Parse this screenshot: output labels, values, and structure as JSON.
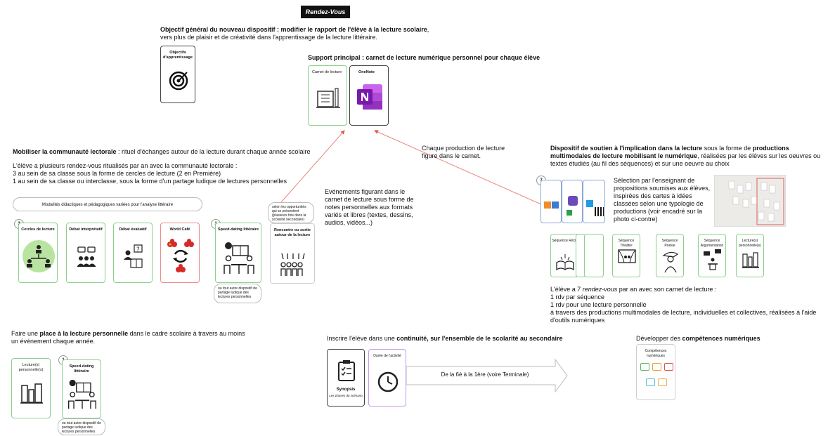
{
  "title": "Rendez-Vous",
  "objective": {
    "bold": "Objectif général du nouveau dispositif : modifier le rapport de l'élève à la lecture scolaire",
    "rest": ",",
    "line2": "vers plus de plaisir et de créativité dans l'apprentissage de la lecture littéraire."
  },
  "objectives_card": "Objectifs d'apprentissage",
  "support": {
    "heading": "Support principal : carnet de lecture numérique personnel pour chaque élève",
    "carnet_label": "Carnet de lecture",
    "onenote_label": "OneNote"
  },
  "carnet_note": "Chaque production de lecture figure dans le carnet.",
  "community": {
    "bold": "Mobiliser la communauté lectorale",
    "rest": " : rituel d'échanges autour de la lecture durant chaque année scolaire",
    "p1": "L'élève a plusieurs rendez-vous ritualisés par an avec la communauté lectorale :",
    "p2": "3 au sein de sa classe sous la forme de cercles de lecture (2 en Première)",
    "p3": "1 au sein de sa classe ou interclasse, sous la forme d'un partage ludique de lectures personnelles",
    "modalites": "Modalités didactiques et pédagogiques variées pour l'analyse littéraire",
    "cards": {
      "cercles": "Cercles de lecture",
      "debat_interp": "Débat interprétatif",
      "debat_eval": "Débat évaluatif",
      "world_cafe": "World Café",
      "speed_dating": "Speed-dating littéraire",
      "rencontre": "Rencontre ou sortie autour de la lecture"
    },
    "badge3": "3",
    "badge1": "1",
    "bubble_other": "ou tout autre dispositif de partage ludique des lectures personnelles",
    "bubble_opp": "selon les opportunités qui se présentent (plusieurs fois dans la scolarité secondaire)"
  },
  "events_note": "Evénements figurant dans le carnet de lecture sous forme de notes personnelles aux formats variés et libres (textes, dessins, audios, vidéos...)",
  "support_right": {
    "bold1": "Dispositif de soutien à l'implication dans la lecture",
    "mid1": " sous la forme de ",
    "bold2": "productions multimodales de lecture mobilisant le numérique",
    "rest": ", réalisées par les élèves sur les oeuvres ou textes étudiés (au fil des séquences) et sur une oeuvre au choix",
    "selection": "Sélection par l'enseignant de propositions soumises aux élèves, inspirées des cartes à idées classées selon une typologie de productions (voir encadré sur la photo ci-contre)",
    "badge7": "7",
    "seq_cards": [
      "Séquence Récit",
      "Séquence Théâtre",
      "Séquence Poésie",
      "Séquence Argumentation",
      "Lecture(s) personnelle(s)"
    ],
    "rdv1": "L'élève a 7 ",
    "rdv_i": "rendez-vous",
    "rdv2": " par an avec son carnet de lecture :",
    "rdv_l1": "1 rdv par séquence",
    "rdv_l2": "1 rdv pour une lecture personnelle",
    "rdv_l3": "à travers des productions multimodales de lecture, individuelles et collectives, réalisées à l'aide d'outils numériques"
  },
  "personal": {
    "pre": "Faire une ",
    "bold": "place à la lecture personnelle",
    "rest": " dans le cadre scolaire à travers au moins un événement chaque année.",
    "card_lecture": "Lecture(s) personnelle(s)",
    "card_speed": "Speed-dating littéraire",
    "badge1": "1",
    "bubble": "ou tout autre dispositif de partage ludique des lectures personnelles"
  },
  "continuity": {
    "pre": "Inscrire l'élève dans une ",
    "bold": "continuité, sur l'ensemble de le scolarité au secondaire",
    "synopsis": "Synopsis",
    "synopsis_sub": "Les phases du scénario",
    "duree": "Durée de l'activité",
    "arrow": "De la 6è à la 1ère (voire Terminale)"
  },
  "digital": {
    "pre": "Développer des ",
    "bold": "compétences numériques",
    "card": "Compétences numériques"
  }
}
